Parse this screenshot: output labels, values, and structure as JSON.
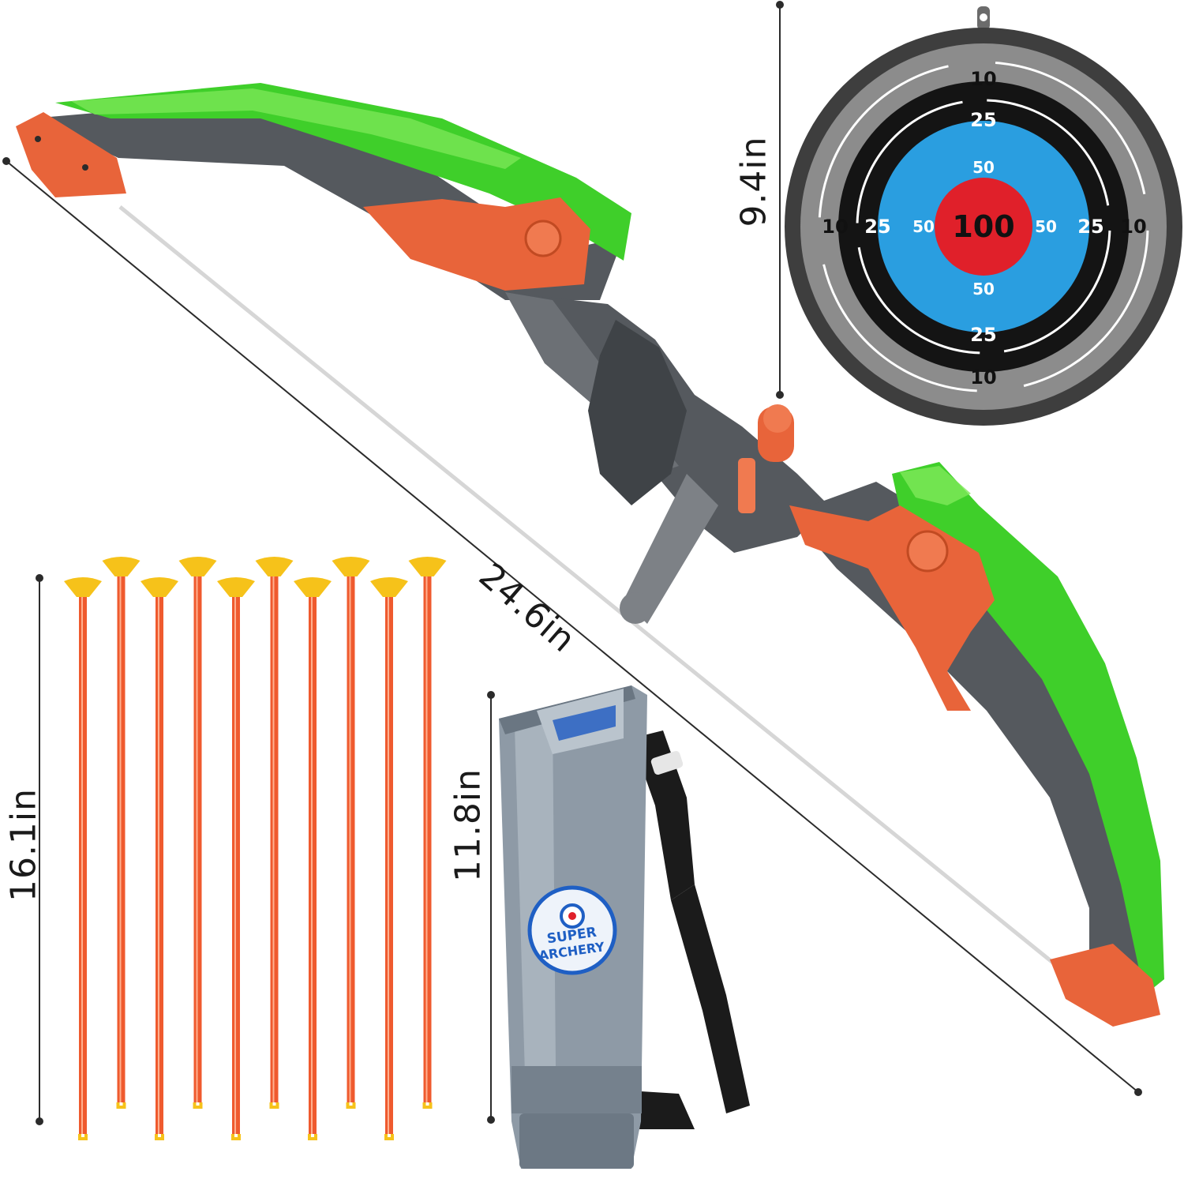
{
  "dimensions": {
    "target_height": "9.4in",
    "bow_length": "24.6in",
    "arrow_length": "16.1in",
    "quiver_height": "11.8in"
  },
  "target": {
    "bullseye": "100",
    "ring_50": "50",
    "ring_25": "25",
    "ring_10": "10"
  },
  "quiver_badge": {
    "line1": "SUPER",
    "line2": "ARCHERY"
  },
  "arrows": {
    "count": 10
  },
  "colors": {
    "bow_green": "#3fcf2a",
    "bow_orange": "#e8643a",
    "bow_gray": "#55595e",
    "target_red": "#e0202a",
    "target_blue": "#2a9ee0",
    "arrow_shaft": "#ef5a2e",
    "arrow_cup": "#f6c21a",
    "quiver_gray": "#8e9aa6"
  }
}
